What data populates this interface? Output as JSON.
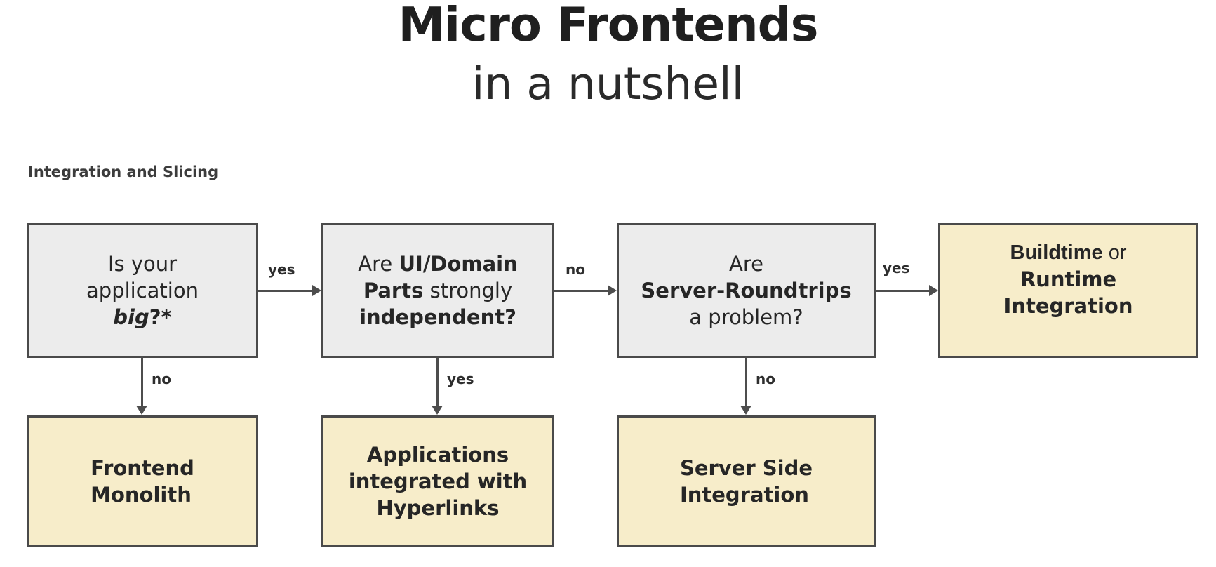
{
  "title": {
    "line1": "Micro Frontends",
    "line2": "in a nutshell"
  },
  "section_label": "Integration and Slicing",
  "colors": {
    "decision_fill": "#ececec",
    "result_fill": "#f7edca",
    "box_border": "#4a4a4a",
    "arrow": "#4d4d4d",
    "text": "#262626"
  },
  "flowchart": {
    "boxes": [
      {
        "id": "question-is-application-big",
        "kind": "decision",
        "lines": [
          [
            {
              "t": "Is your"
            }
          ],
          [
            {
              "t": "application"
            }
          ],
          [
            {
              "t": "big",
              "b": true,
              "i": true
            },
            {
              "t": "?*",
              "b": true
            }
          ]
        ]
      },
      {
        "id": "question-ui-domain-independent",
        "kind": "decision",
        "lines": [
          [
            {
              "t": "Are "
            },
            {
              "t": "UI/Domain",
              "b": true
            }
          ],
          [
            {
              "t": "Parts",
              "b": true
            },
            {
              "t": " strongly"
            }
          ],
          [
            {
              "t": "independent?",
              "b": true
            }
          ]
        ]
      },
      {
        "id": "question-server-roundtrips",
        "kind": "decision",
        "lines": [
          [
            {
              "t": "Are"
            }
          ],
          [
            {
              "t": "Server-Roundtrips",
              "b": true
            }
          ],
          [
            {
              "t": "a problem?"
            }
          ]
        ]
      },
      {
        "id": "result-buildtime-runtime-integration",
        "kind": "result",
        "lines": [
          [
            {
              "t": "Buildtime",
              "b": true,
              "alt": true
            },
            {
              "t": " or",
              "alt": true
            }
          ],
          [
            {
              "t": "Runtime",
              "b": true
            }
          ],
          [
            {
              "t": "Integration",
              "b": true
            }
          ]
        ]
      },
      {
        "id": "result-frontend-monolith",
        "kind": "result",
        "lines": [
          [
            {
              "t": "Frontend",
              "b": true
            }
          ],
          [
            {
              "t": "Monolith",
              "b": true
            }
          ]
        ]
      },
      {
        "id": "result-applications-hyperlinks",
        "kind": "result",
        "lines": [
          [
            {
              "t": "Applications",
              "b": true
            }
          ],
          [
            {
              "t": "integrated with",
              "b": true
            }
          ],
          [
            {
              "t": "Hyperlinks",
              "b": true
            }
          ]
        ]
      },
      {
        "id": "result-server-side-integration",
        "kind": "result",
        "lines": [
          [
            {
              "t": "Server Side",
              "b": true
            }
          ],
          [
            {
              "t": "Integration",
              "b": true
            }
          ]
        ]
      }
    ],
    "edge_labels": {
      "big_yes": "yes",
      "big_no": "no",
      "ui_no": "no",
      "ui_yes": "yes",
      "srt_yes": "yes",
      "srt_no": "no"
    }
  }
}
